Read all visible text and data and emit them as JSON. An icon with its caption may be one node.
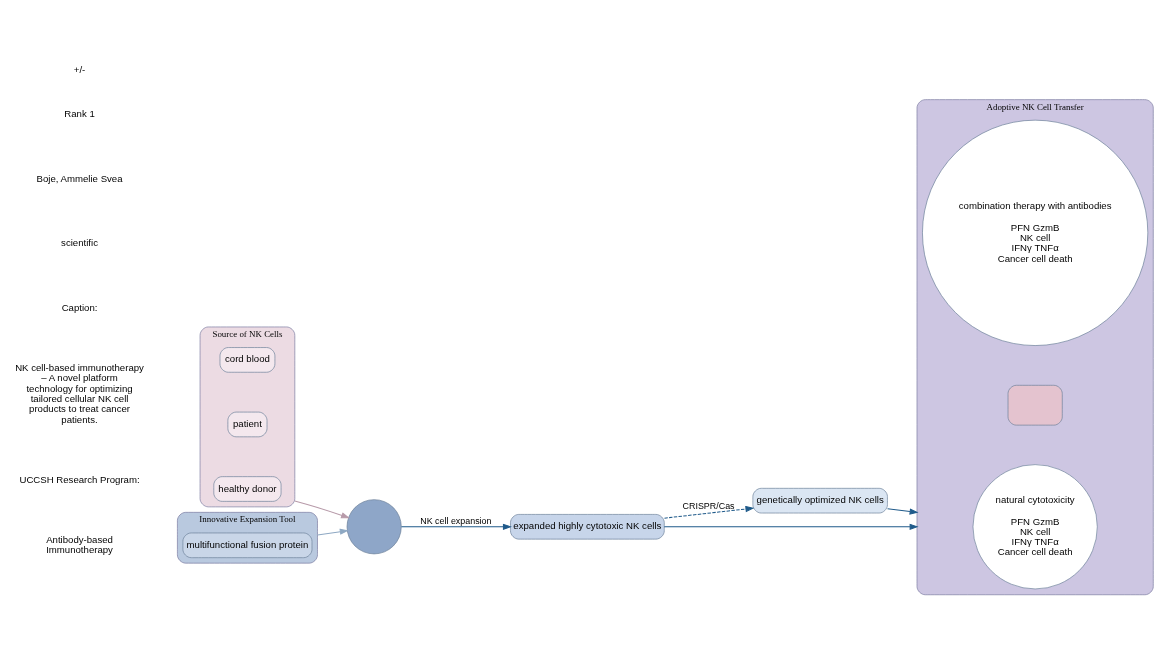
{
  "diagram": {
    "nodes": [
      {
        "text": [
          "Innovative Expansion Tool"
        ]
      },
      {
        "text": [
          "multifunctional fusion protein"
        ],
        "in": 0
      },
      {
        "text": [
          "Source of NK Cells"
        ]
      },
      {
        "text": [
          "healthy donor"
        ],
        "in": 2
      },
      {
        "text": [
          "patient"
        ],
        "in": 2
      },
      {
        "text": [
          "cord blood"
        ],
        "in": 2
      },
      {
        "text": [],
        "shape": "circle"
      },
      {
        "text": [
          "expanded highly cytotoxic NK cells"
        ]
      },
      {
        "text": [
          "genetically optimized NK cells"
        ]
      },
      {
        "text": [
          "Adoptive NK Cell Transfer"
        ]
      },
      {
        "text": [
          "natural cytotoxicity",
          "PFN GzmB",
          "NK cell",
          "IFNγ TNFα",
          "Cancer cell death"
        ],
        "in": 9
      },
      {
        "text": [],
        "shape": "box",
        "in": 9
      },
      {
        "text": [
          "combination therapy with antibodies",
          "PFN GzmB",
          "NK cell",
          "IFNγ TNFα",
          "Cancer cell death"
        ],
        "in": 9
      }
    ],
    "edges": [
      {
        "from": 0,
        "to": 6,
        "arrow": "to",
        "color": "#8ea8c3"
      },
      {
        "from": 2,
        "to": 6,
        "arrow": "to",
        "color": "#b79aa9"
      },
      {
        "from": 6,
        "to": 7,
        "arrow": "to",
        "label": "NK cell expansion"
      },
      {
        "from": 7,
        "to": 8,
        "arrow": "to",
        "label": "CRISPR/Cas",
        "style": "dashed"
      },
      {
        "from": 7,
        "to": 9,
        "arrow": "to"
      },
      {
        "from": 8,
        "to": 9,
        "arrow": "to"
      }
    ],
    "labels": [
      "Rank 1",
      "Boje, Ammelie Svea",
      "scientific",
      "Caption:",
      "NK cell-based immunotherapy – A novel platform technology for optimizing tailored cellular NK cell products to treat cancer patients.",
      "UCCSH Research Program:",
      "Antibody-based Immunotherapy",
      "+/-"
    ]
  }
}
